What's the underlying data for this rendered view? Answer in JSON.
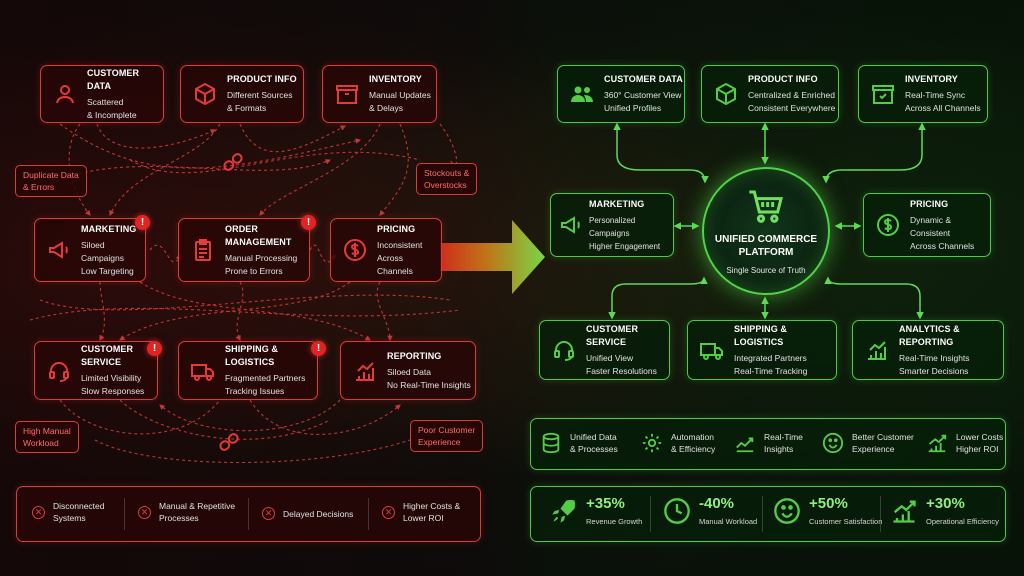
{
  "left": {
    "cards": [
      {
        "id": "customer-data",
        "title": "CUSTOMER DATA",
        "lines": [
          "Scattered",
          "& Incomplete"
        ],
        "icon": "person-icon"
      },
      {
        "id": "product-info",
        "title": "PRODUCT INFO",
        "lines": [
          "Different Sources",
          "& Formats"
        ],
        "icon": "box-icon"
      },
      {
        "id": "inventory",
        "title": "INVENTORY",
        "lines": [
          "Manual Updates",
          "& Delays"
        ],
        "icon": "package-icon"
      },
      {
        "id": "marketing",
        "title": "MARKETING",
        "lines": [
          "Siloed Campaigns",
          "Low Targeting"
        ],
        "icon": "megaphone-icon"
      },
      {
        "id": "order-management",
        "title": "ORDER MANAGEMENT",
        "lines": [
          "Manual Processing",
          "Prone to Errors"
        ],
        "icon": "clipboard-icon"
      },
      {
        "id": "pricing",
        "title": "PRICING",
        "lines": [
          "Inconsistent",
          "Across Channels"
        ],
        "icon": "dollar-icon"
      },
      {
        "id": "customer-service",
        "title": "CUSTOMER SERVICE",
        "lines": [
          "Limited Visibility",
          "Slow Responses"
        ],
        "icon": "headset-icon"
      },
      {
        "id": "shipping-logistics",
        "title": "SHIPPING & LOGISTICS",
        "lines": [
          "Fragmented Partners",
          "Tracking Issues"
        ],
        "icon": "truck-icon"
      },
      {
        "id": "reporting",
        "title": "REPORTING",
        "lines": [
          "Siloed Data",
          "No Real-Time Insights"
        ],
        "icon": "bar-chart-icon"
      }
    ],
    "alerts": [
      "!",
      "!",
      "!",
      "!"
    ],
    "labels": [
      {
        "lines": [
          "Duplicate Data",
          "& Errors"
        ]
      },
      {
        "lines": [
          "Stockouts &",
          "Overstocks"
        ]
      },
      {
        "lines": [
          "High Manual",
          "Workload"
        ]
      },
      {
        "lines": [
          "Poor Customer",
          "Experience"
        ]
      }
    ],
    "problems": [
      {
        "lines": [
          "Disconnected",
          "Systems"
        ]
      },
      {
        "lines": [
          "Manual & Repetitive",
          "Processes"
        ]
      },
      {
        "lines": [
          "Delayed Decisions"
        ]
      },
      {
        "lines": [
          "Higher Costs &",
          "Lower ROI"
        ]
      }
    ]
  },
  "right": {
    "hub": {
      "title_lines": [
        "UNIFIED COMMERCE",
        "PLATFORM"
      ],
      "subtitle": "Single Source of Truth",
      "icon": "cart-icon"
    },
    "cards": [
      {
        "id": "customer-data",
        "title": "CUSTOMER DATA",
        "lines": [
          "360° Customer View",
          "Unified Profiles"
        ],
        "icon": "users-icon"
      },
      {
        "id": "product-info",
        "title": "PRODUCT INFO",
        "lines": [
          "Centralized & Enriched",
          "Consistent Everywhere"
        ],
        "icon": "box-icon"
      },
      {
        "id": "inventory",
        "title": "INVENTORY",
        "lines": [
          "Real-Time Sync",
          "Across All Channels"
        ],
        "icon": "package-icon"
      },
      {
        "id": "marketing",
        "title": "MARKETING",
        "lines": [
          "Personalized Campaigns",
          "Higher Engagement"
        ],
        "icon": "megaphone-icon"
      },
      {
        "id": "pricing",
        "title": "PRICING",
        "lines": [
          "Dynamic & Consistent",
          "Across Channels"
        ],
        "icon": "dollar-icon"
      },
      {
        "id": "customer-service",
        "title": "CUSTOMER SERVICE",
        "lines": [
          "Unified View",
          "Faster Resolutions"
        ],
        "icon": "headset-icon"
      },
      {
        "id": "shipping-logistics",
        "title": "SHIPPING & LOGISTICS",
        "lines": [
          "Integrated Partners",
          "Real-Time Tracking"
        ],
        "icon": "truck-icon"
      },
      {
        "id": "analytics-reporting",
        "title": "ANALYTICS & REPORTING",
        "lines": [
          "Real-Time Insights",
          "Smarter Decisions"
        ],
        "icon": "bar-chart-icon"
      }
    ],
    "benefits": [
      {
        "lines": [
          "Unified Data",
          "& Processes"
        ],
        "icon": "database-icon"
      },
      {
        "lines": [
          "Automation",
          "& Efficiency"
        ],
        "icon": "gear-icon"
      },
      {
        "lines": [
          "Real-Time",
          "Insights"
        ],
        "icon": "trend-icon"
      },
      {
        "lines": [
          "Better Customer",
          "Experience"
        ],
        "icon": "smile-icon"
      },
      {
        "lines": [
          "Lower Costs",
          "Higher ROI"
        ],
        "icon": "growth-icon"
      }
    ],
    "stats": [
      {
        "value": "+35%",
        "label": "Revenue Growth",
        "icon": "rocket-icon"
      },
      {
        "value": "-40%",
        "label": "Manual Workload",
        "icon": "clock-icon"
      },
      {
        "value": "+50%",
        "label": "Customer Satisfaction",
        "icon": "smile-icon"
      },
      {
        "value": "+30%",
        "label": "Operational Efficiency",
        "icon": "growth-icon"
      }
    ]
  },
  "colors": {
    "red": "#d93a3a",
    "green": "#4fc94a",
    "stat_green": "#8ef07d"
  }
}
